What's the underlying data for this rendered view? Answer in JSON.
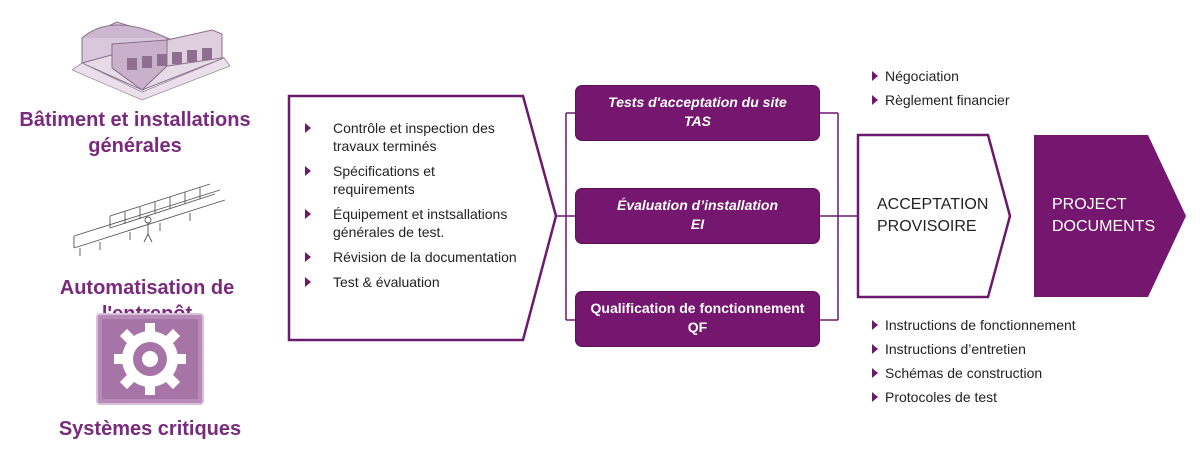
{
  "left_panel": {
    "building_label": "Bâtiment et installations générales",
    "automation_label": "Automatisation de l'entrepôt",
    "systems_label": "Systèmes critiques"
  },
  "scope_list": {
    "items": [
      "Contrôle et inspection des travaux terminés",
      "Spécifications et requirements",
      "Équipement et instsallations générales de test.",
      "Révision  de la documentation",
      "Test & évaluation"
    ]
  },
  "tests": {
    "tas": {
      "title": "Tests d'acceptation du site",
      "code": "TAS"
    },
    "ei": {
      "title": "Évaluation d’installation",
      "code": "EI"
    },
    "qf": {
      "title": "Qualification de fonctionnement",
      "code": "QF"
    }
  },
  "top_notes": {
    "items": [
      "Négociation",
      "Règlement financier"
    ]
  },
  "acceptance": {
    "line1": "ACCEPTATION",
    "line2": "PROVISOIRE"
  },
  "project_docs": {
    "line1": "PROJECT",
    "line2": "DOCUMENTS"
  },
  "bottom_notes": {
    "items": [
      "Instructions de fonctionnement",
      "Instructions d’entretien",
      "Schémas de construction",
      "Protocoles de test"
    ]
  },
  "colors": {
    "accent": "#75176f",
    "label": "#7a2a7e",
    "icon": "#b88ab8"
  }
}
